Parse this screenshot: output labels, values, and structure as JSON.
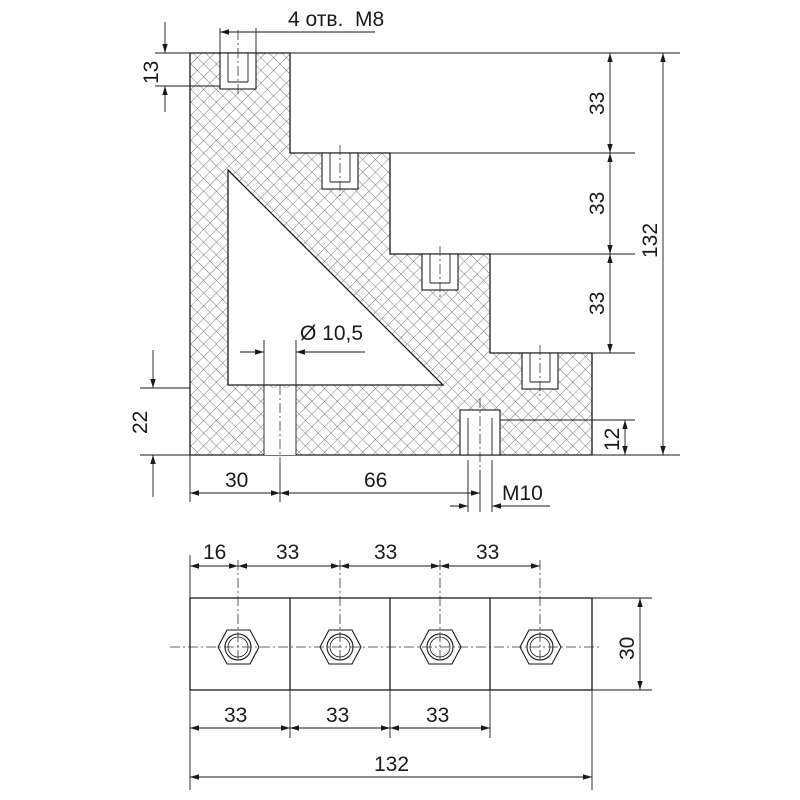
{
  "side_view": {
    "hole_callout": "4 отв.  M8",
    "diameter_label": "Ø 10,5",
    "thread_label": "M10",
    "dim_13": "13",
    "dim_33_a": "33",
    "dim_33_b": "33",
    "dim_33_c": "33",
    "dim_132_height": "132",
    "dim_22": "22",
    "dim_12": "12",
    "dim_30": "30",
    "dim_66": "66"
  },
  "top_view": {
    "dim_16": "16",
    "dim_33_top_1": "33",
    "dim_33_top_2": "33",
    "dim_33_top_3": "33",
    "dim_30_height": "30",
    "dim_33_bottom_1": "33",
    "dim_33_bottom_2": "33",
    "dim_33_bottom_3": "33",
    "dim_132_width": "132"
  },
  "colors": {
    "line": "#1a1a1a",
    "hatch": "#5a5a5a",
    "background": "#ffffff"
  }
}
